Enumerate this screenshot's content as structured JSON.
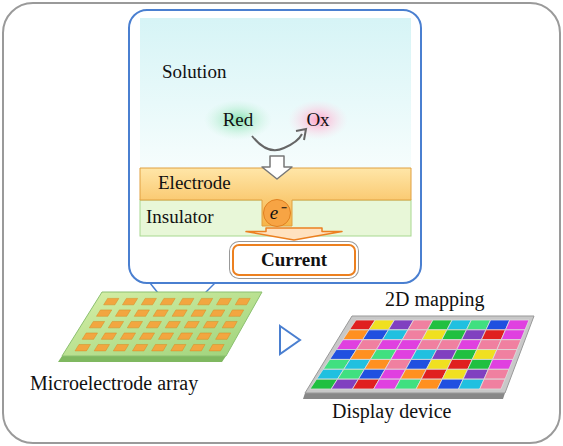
{
  "diagram": {
    "nodes": [
      {
        "text": [
          "Solution"
        ]
      },
      {
        "text": [
          "Electrode"
        ]
      },
      {
        "text": [
          "Insulator"
        ]
      },
      {
        "text": [
          "e⁻"
        ],
        "in": 1
      },
      {
        "text": [
          "Current"
        ]
      }
    ],
    "edges": [
      {
        "from": 0,
        "to": 1,
        "arrow": "to"
      },
      {
        "from": 3,
        "to": 4,
        "arrow": "to"
      }
    ],
    "labels": [
      "Red",
      "Ox",
      "2D mapping",
      "Microelectrode array",
      "Display device"
    ]
  }
}
